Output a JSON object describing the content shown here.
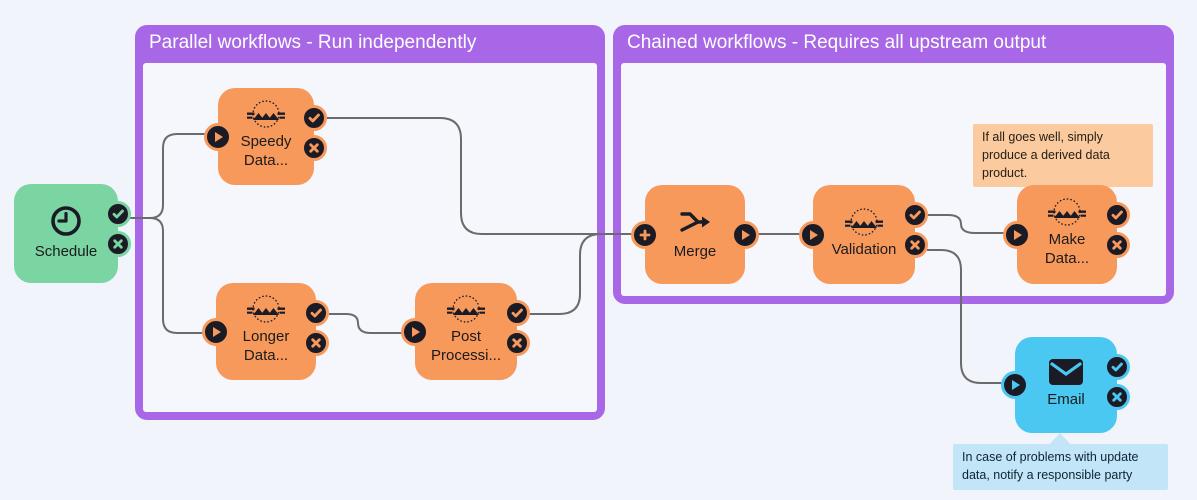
{
  "colors": {
    "background": "#F1F4FA",
    "group_purple": "#A767E6",
    "group_inner": "#F5F7FD",
    "node_orange": "#F8995C",
    "node_green": "#7BD5A3",
    "node_blue": "#4AC8F2",
    "badge_dark": "#1B1B26",
    "connector": "#6B6B6B",
    "annotation_orange": "#FBCA9E",
    "annotation_blue": "#C2E6F8",
    "label_text": "#1B1B1B"
  },
  "groups": [
    {
      "title": "Parallel workflows - Run independently"
    },
    {
      "title": "Chained workflows - Requires all upstream output"
    }
  ],
  "nodes": {
    "schedule": {
      "label": "Schedule",
      "icon": "clock-icon"
    },
    "speedy_data": {
      "label": "Speedy Data...",
      "icon": "fme-icon"
    },
    "longer_data": {
      "label": "Longer Data...",
      "icon": "fme-icon"
    },
    "post_processing": {
      "label": "Post Processi...",
      "icon": "fme-icon"
    },
    "merge": {
      "label": "Merge",
      "icon": "merge-icon"
    },
    "validation": {
      "label": "Validation",
      "icon": "fme-icon"
    },
    "make_data": {
      "label": "Make Data...",
      "icon": "fme-icon"
    },
    "email": {
      "label": "Email",
      "icon": "mail-icon"
    }
  },
  "annotations": {
    "make_data": {
      "text": "If all goes well, simply produce a derived data product."
    },
    "email": {
      "text": "In case of problems with update data, notify a responsible party"
    }
  }
}
